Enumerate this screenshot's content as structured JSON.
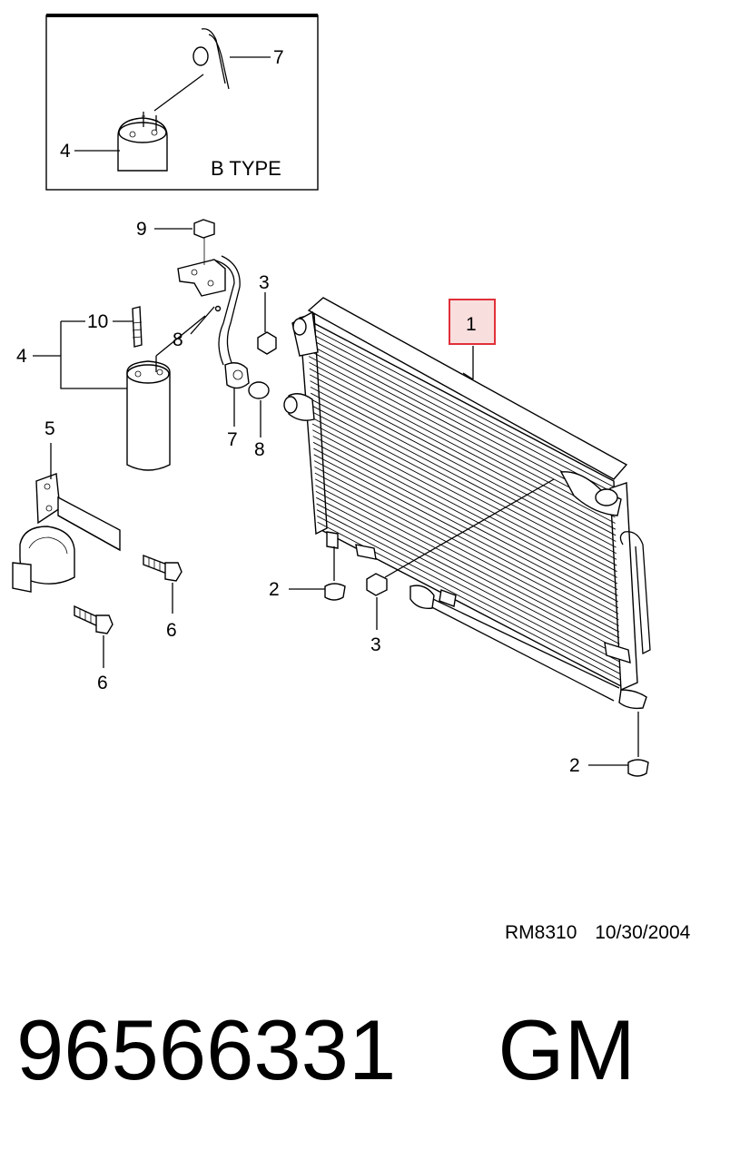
{
  "inset": {
    "title": "B TYPE"
  },
  "callouts": {
    "c1": "1",
    "c2a": "2",
    "c2b": "2",
    "c3a": "3",
    "c3b": "3",
    "c4_inset": "4",
    "c4": "4",
    "c5": "5",
    "c6a": "6",
    "c6b": "6",
    "c7_inset": "7",
    "c7": "7",
    "c8a": "8",
    "c8b": "8",
    "c9": "9",
    "c10": "10"
  },
  "highlight_color": "#f9dede",
  "highlight_border": "#e0303a",
  "reference": {
    "code": "RM8310",
    "date": "10/30/2004"
  },
  "footer": {
    "part_number": "96566331",
    "brand": "GM"
  }
}
